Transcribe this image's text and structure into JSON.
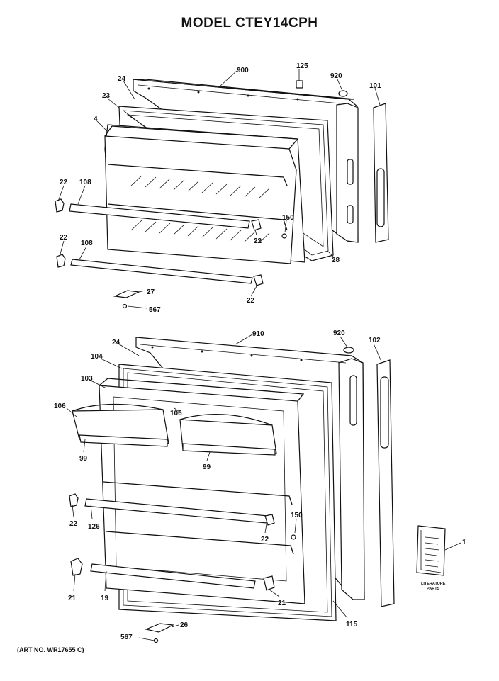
{
  "title": "MODEL CTEY14CPH",
  "art_no": "(ART NO. WR17655 C)",
  "literature_label": [
    "LITERATURE",
    "PARTS"
  ],
  "callouts": {
    "c900": "900",
    "c125": "125",
    "c920a": "920",
    "c101": "101",
    "c24a": "24",
    "c23": "23",
    "c4": "4",
    "c22a": "22",
    "c108a": "108",
    "c150a": "150",
    "c22b": "22",
    "c22c": "22",
    "c108b": "108",
    "c28": "28",
    "c22d": "22",
    "c27": "27",
    "c567a": "567",
    "c910": "910",
    "c920b": "920",
    "c102": "102",
    "c24b": "24",
    "c104": "104",
    "c103": "103",
    "c106a": "106",
    "c106b": "106",
    "c99a": "99",
    "c99b": "99",
    "c22e": "22",
    "c126": "126",
    "c150b": "150",
    "c22f": "22",
    "c21a": "21",
    "c19": "19",
    "c21b": "21",
    "c115": "115",
    "c1": "1",
    "c26": "26",
    "c567b": "567"
  }
}
